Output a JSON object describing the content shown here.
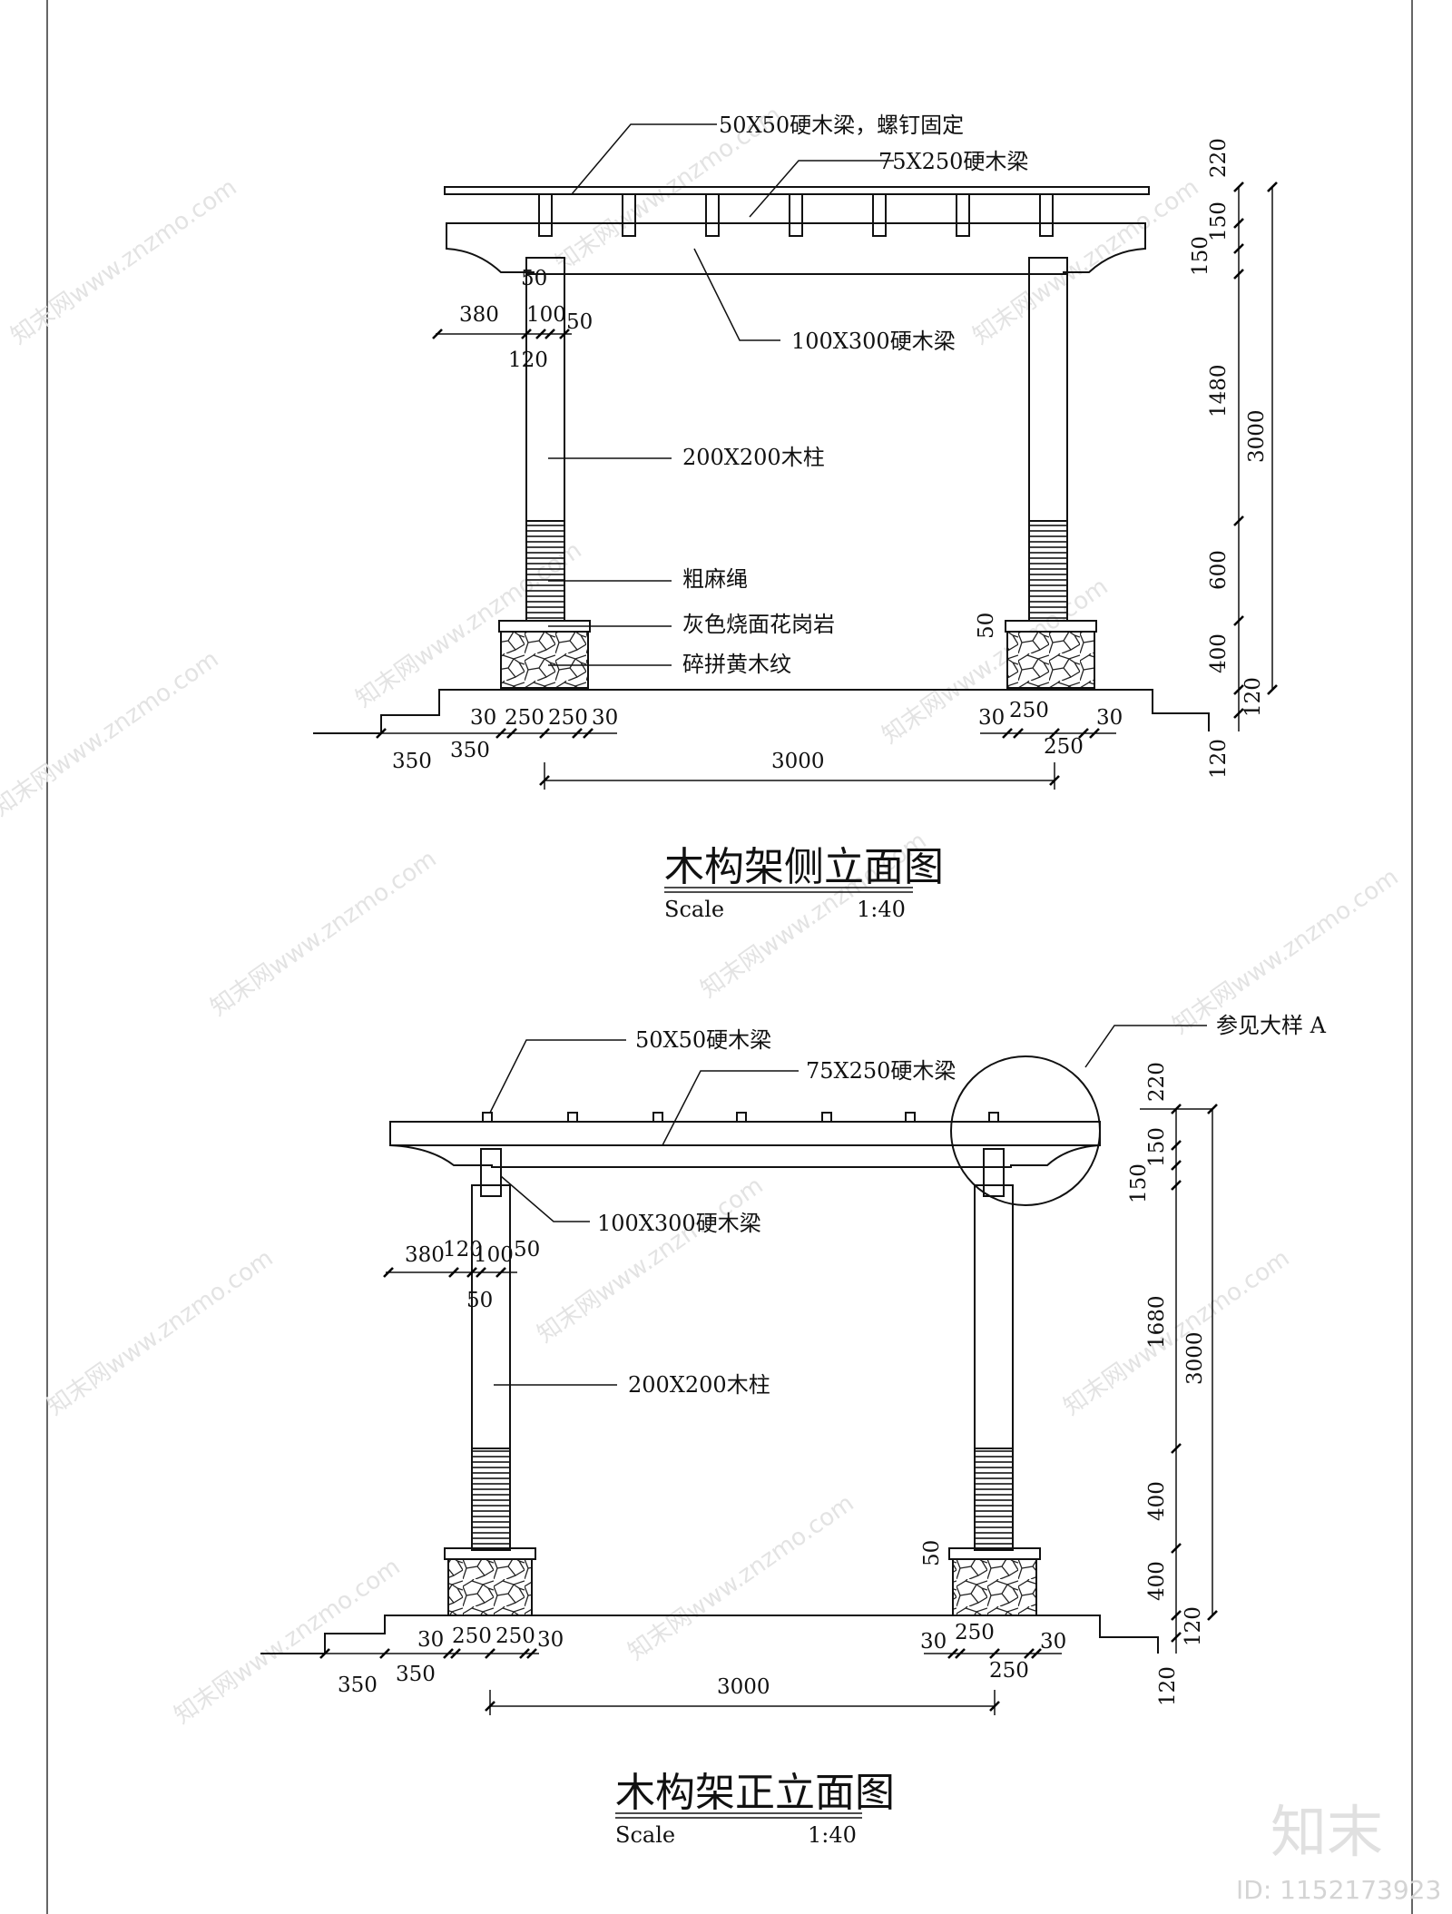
{
  "side_view": {
    "title": "木构架侧立面图",
    "scale_label": "Scale",
    "scale_value": "1:40",
    "labels": {
      "purlin": "50X50硬木梁，螺钉固定",
      "rafter": "75X250硬木梁",
      "beam": "100X300硬木梁",
      "post": "200X200木柱",
      "rope": "粗麻绳",
      "cap": "灰色烧面花岗岩",
      "stone": "碎拼黄木纹"
    },
    "dims_top": [
      "380",
      "100",
      "50",
      "120",
      "50"
    ],
    "dims_bottom": [
      "30",
      "250",
      "250",
      "30",
      "350",
      "350",
      "3000",
      "30",
      "250",
      "250",
      "30",
      "50"
    ],
    "dims_right": [
      "220",
      "150",
      "150",
      "1480",
      "3000",
      "600",
      "400",
      "120",
      "120"
    ]
  },
  "front_view": {
    "title": "木构架正立面图",
    "scale_label": "Scale",
    "scale_value": "1:40",
    "labels": {
      "purlin": "50X50硬木梁",
      "rafter": "75X250硬木梁",
      "beam": "100X300硬木梁",
      "post": "200X200木柱",
      "detail": "参见大样 A"
    },
    "dims_top": [
      "380",
      "120",
      "100",
      "50",
      "50"
    ],
    "dims_bottom": [
      "30",
      "250",
      "250",
      "30",
      "350",
      "350",
      "3000",
      "30",
      "250",
      "250",
      "30",
      "50"
    ],
    "dims_right": [
      "220",
      "150",
      "150",
      "1680",
      "3000",
      "400",
      "400",
      "120",
      "120"
    ]
  },
  "watermark": {
    "text": "知末网www.znzmo.com",
    "brand": "知末",
    "id": "ID: 1152173923"
  }
}
